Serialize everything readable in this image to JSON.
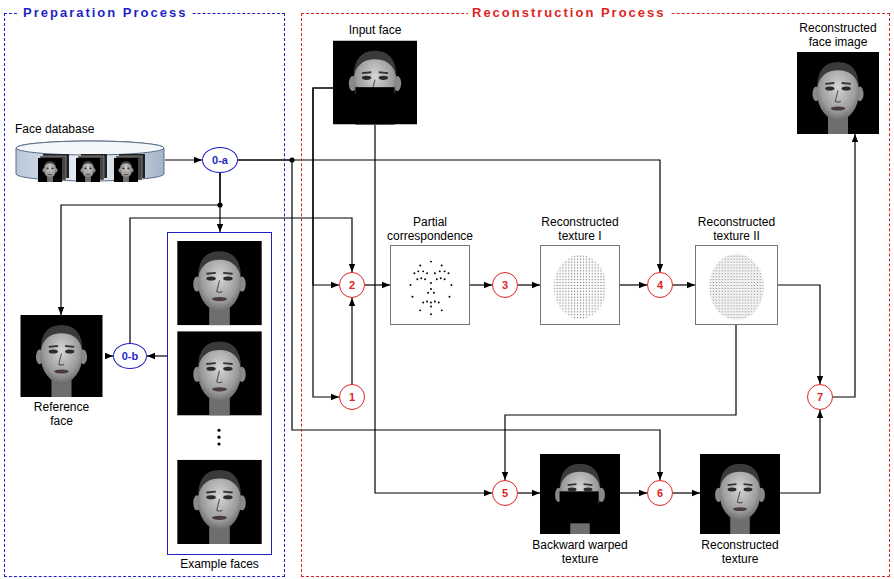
{
  "diagram": {
    "nodes": [
      {
        "text": [
          "Preparation Process"
        ]
      },
      {
        "text": [
          "Reconstruction Process"
        ]
      },
      {
        "text": [
          "Face database"
        ],
        "in": 0
      },
      {
        "text": [
          "0-a"
        ],
        "in": 0
      },
      {
        "text": [
          "Reference face"
        ],
        "in": 0
      },
      {
        "text": [
          "0-b"
        ],
        "in": 0
      },
      {
        "text": [
          "Example faces"
        ],
        "in": 0
      },
      {
        "text": [
          "Input face"
        ],
        "in": 1
      },
      {
        "text": [
          "Reconstructed face image"
        ],
        "in": 1
      },
      {
        "text": [
          "Partial correspondence"
        ],
        "in": 1
      },
      {
        "text": [
          "Reconstructed texture I"
        ],
        "in": 1
      },
      {
        "text": [
          "Reconstructed texture II"
        ],
        "in": 1
      },
      {
        "text": [
          "1"
        ],
        "in": 1
      },
      {
        "text": [
          "2"
        ],
        "in": 1
      },
      {
        "text": [
          "3"
        ],
        "in": 1
      },
      {
        "text": [
          "4"
        ],
        "in": 1
      },
      {
        "text": [
          "5"
        ],
        "in": 1
      },
      {
        "text": [
          "6"
        ],
        "in": 1
      },
      {
        "text": [
          "7"
        ],
        "in": 1
      },
      {
        "text": [
          "Backward warped texture"
        ],
        "in": 1
      },
      {
        "text": [
          "Reconstructed texture"
        ],
        "in": 1
      }
    ],
    "edges": [
      {
        "from": 2,
        "to": 3,
        "arrow": "to"
      },
      {
        "from": 3,
        "to": 6,
        "arrow": "to"
      },
      {
        "from": 3,
        "to": 4,
        "arrow": "to"
      },
      {
        "from": 3,
        "to": 15,
        "arrow": "to"
      },
      {
        "from": 3,
        "to": 17,
        "arrow": "to"
      },
      {
        "from": 4,
        "to": 5,
        "arrow": "to"
      },
      {
        "from": 6,
        "to": 5,
        "arrow": "to"
      },
      {
        "from": 5,
        "to": 13,
        "arrow": "to"
      },
      {
        "from": 7,
        "to": 12,
        "arrow": "to"
      },
      {
        "from": 7,
        "to": 13,
        "arrow": "to"
      },
      {
        "from": 12,
        "to": 13,
        "arrow": "to"
      },
      {
        "from": 13,
        "to": 9,
        "arrow": "to"
      },
      {
        "from": 9,
        "to": 14,
        "arrow": "to"
      },
      {
        "from": 14,
        "to": 10,
        "arrow": "to"
      },
      {
        "from": 10,
        "to": 15,
        "arrow": "to"
      },
      {
        "from": 15,
        "to": 11,
        "arrow": "to"
      },
      {
        "from": 11,
        "to": 18,
        "arrow": "to"
      },
      {
        "from": 11,
        "to": 16,
        "arrow": "to"
      },
      {
        "from": 7,
        "to": 16,
        "arrow": "to"
      },
      {
        "from": 16,
        "to": 19,
        "arrow": "to"
      },
      {
        "from": 19,
        "to": 17,
        "arrow": "to"
      },
      {
        "from": 17,
        "to": 20,
        "arrow": "to"
      },
      {
        "from": 20,
        "to": 18,
        "arrow": "to"
      },
      {
        "from": 18,
        "to": 8,
        "arrow": "to"
      }
    ]
  }
}
